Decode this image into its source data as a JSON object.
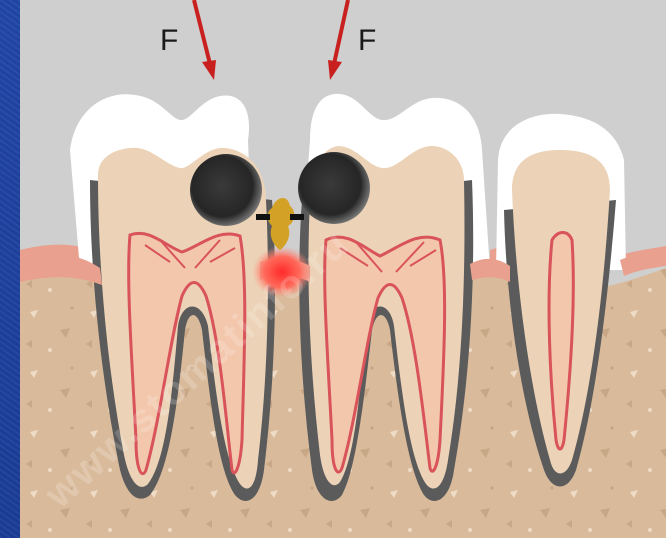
{
  "diagram": {
    "labels": {
      "force_left": "F",
      "force_right": "F"
    },
    "watermark": "www.stomatinfo.ru",
    "colors": {
      "background": "#1f3f9a",
      "sky": "#cfcfcf",
      "bone": "#dcc0a2",
      "gum": "#e8a08f",
      "enamel": "#ffffff",
      "dentin": "#ecd3b7",
      "pulp": "#f0c1a6",
      "nerve": "#d9535a",
      "arrow": "#c8201f",
      "caries": "#2b2b2b",
      "food_impaction": "#d2a126",
      "inflammation": "#ff4040"
    }
  }
}
